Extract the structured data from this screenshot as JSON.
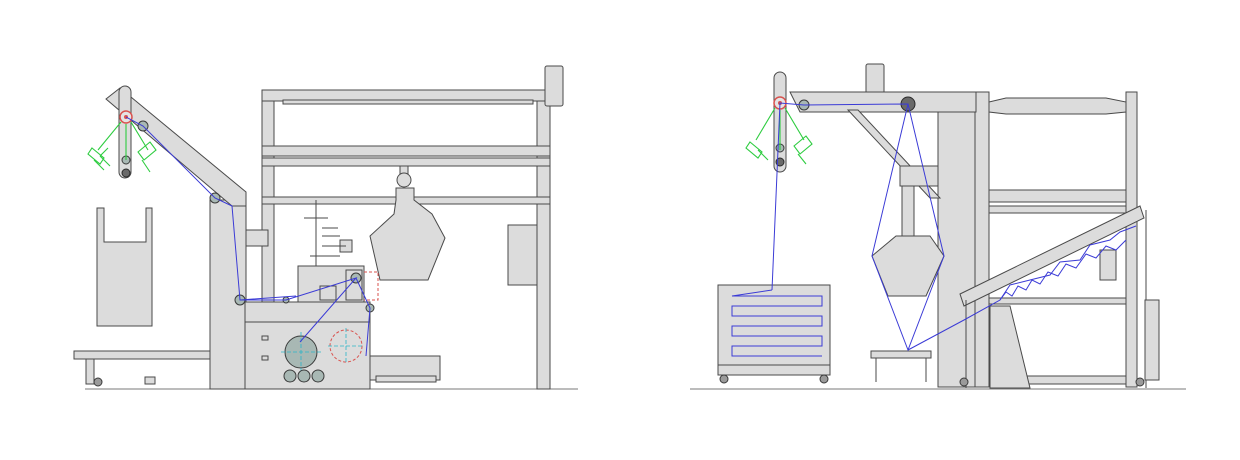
{
  "figure": {
    "panels": [
      {
        "id": "left",
        "description_name": "machine-left"
      },
      {
        "id": "right",
        "description_name": "machine-right"
      }
    ],
    "colors": {
      "frame_fill": "#dcdcdc",
      "frame_stroke": "#4a4a4a",
      "fabric_path": "#3b3bd6",
      "sensor_beams": "#2ecc40",
      "dashed_red": "#d9534f",
      "dashed_cyan": "#2bb5c8",
      "roller": "#a8b8b4"
    }
  }
}
